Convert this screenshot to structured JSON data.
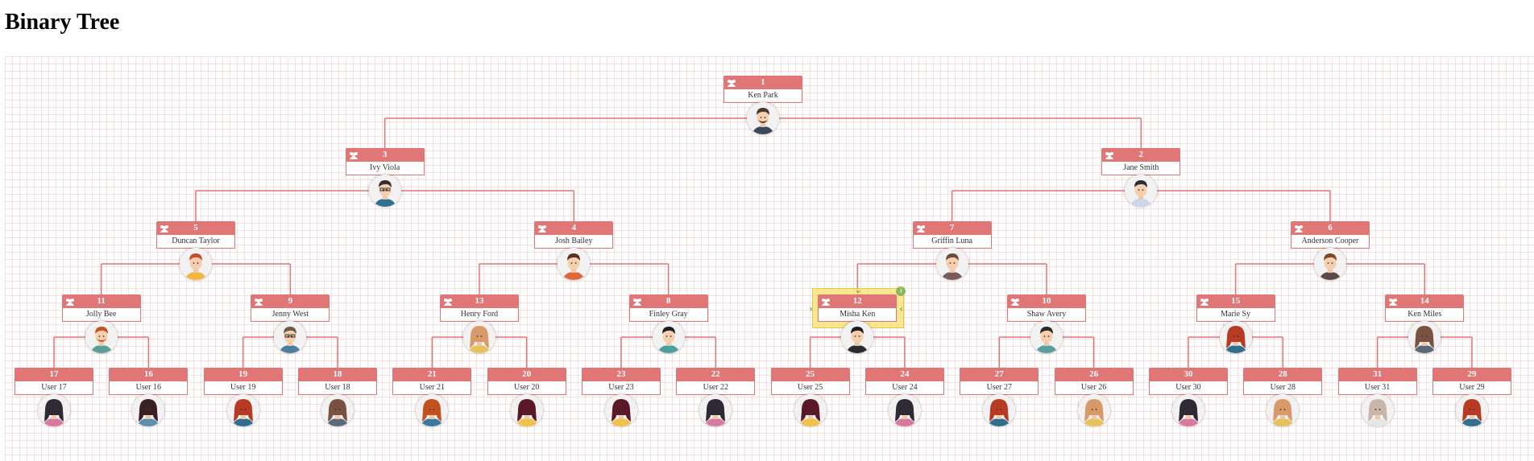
{
  "page": {
    "title": "Binary Tree"
  },
  "colors": {
    "accent": "#e07676",
    "grid": "#f2c6c6",
    "selection": "#f7e06e",
    "selection_marks": "#7fb24b"
  },
  "selected_node_id": "12",
  "nodes": [
    {
      "id": "1",
      "name": "Ken Park",
      "parent": null,
      "has_icon": true,
      "avatar": "male-beard-icon"
    },
    {
      "id": "3",
      "name": "Ivy Viola",
      "parent": "1",
      "has_icon": true,
      "avatar": "male-glasses-icon"
    },
    {
      "id": "2",
      "name": "Jane Smith",
      "parent": "1",
      "has_icon": true,
      "avatar": "male-tie-icon"
    },
    {
      "id": "5",
      "name": "Duncan Taylor",
      "parent": "3",
      "has_icon": true,
      "avatar": "male-redhair-icon"
    },
    {
      "id": "4",
      "name": "Josh Bailey",
      "parent": "3",
      "has_icon": true,
      "avatar": "male-orange-icon"
    },
    {
      "id": "7",
      "name": "Griffin Luna",
      "parent": "2",
      "has_icon": true,
      "avatar": "male-mustache-icon"
    },
    {
      "id": "6",
      "name": "Anderson Cooper",
      "parent": "2",
      "has_icon": true,
      "avatar": "male-suit-icon"
    },
    {
      "id": "11",
      "name": "Jolly Bee",
      "parent": "5",
      "has_icon": true,
      "avatar": "male-ginger-icon"
    },
    {
      "id": "9",
      "name": "Jenny West",
      "parent": "5",
      "has_icon": true,
      "avatar": "male-glasses2-icon"
    },
    {
      "id": "13",
      "name": "Henry Ford",
      "parent": "4",
      "has_icon": true,
      "avatar": "female-blonde-icon"
    },
    {
      "id": "8",
      "name": "Finley Gray",
      "parent": "4",
      "has_icon": true,
      "avatar": "male-dark-icon"
    },
    {
      "id": "12",
      "name": "Misha Ken",
      "parent": "7",
      "has_icon": true,
      "avatar": "male-black-suit-icon"
    },
    {
      "id": "10",
      "name": "Shaw Avery",
      "parent": "7",
      "has_icon": true,
      "avatar": "male-shirt-icon"
    },
    {
      "id": "15",
      "name": "Marie Sy",
      "parent": "6",
      "has_icon": true,
      "avatar": "female-red-icon"
    },
    {
      "id": "14",
      "name": "Ken Miles",
      "parent": "6",
      "has_icon": true,
      "avatar": "female-brown-icon"
    },
    {
      "id": "17",
      "name": "User 17",
      "parent": "11",
      "has_icon": false,
      "avatar": "female-dark-icon"
    },
    {
      "id": "16",
      "name": "User 16",
      "parent": "11",
      "has_icon": false,
      "avatar": "female-curly-icon"
    },
    {
      "id": "19",
      "name": "User 19",
      "parent": "9",
      "has_icon": false,
      "avatar": "female-red-icon"
    },
    {
      "id": "18",
      "name": "User 18",
      "parent": "9",
      "has_icon": false,
      "avatar": "female-brown-icon"
    },
    {
      "id": "21",
      "name": "User 21",
      "parent": "13",
      "has_icon": false,
      "avatar": "female-headband-icon"
    },
    {
      "id": "20",
      "name": "User 20",
      "parent": "13",
      "has_icon": false,
      "avatar": "female-long-icon"
    },
    {
      "id": "23",
      "name": "User 23",
      "parent": "8",
      "has_icon": false,
      "avatar": "female-long-icon"
    },
    {
      "id": "22",
      "name": "User 22",
      "parent": "8",
      "has_icon": false,
      "avatar": "female-dark-icon"
    },
    {
      "id": "25",
      "name": "User 25",
      "parent": "12",
      "has_icon": false,
      "avatar": "female-long-icon"
    },
    {
      "id": "24",
      "name": "User 24",
      "parent": "12",
      "has_icon": false,
      "avatar": "female-dark-icon"
    },
    {
      "id": "27",
      "name": "User 27",
      "parent": "10",
      "has_icon": false,
      "avatar": "female-red-icon"
    },
    {
      "id": "26",
      "name": "User 26",
      "parent": "10",
      "has_icon": false,
      "avatar": "female-blonde-icon"
    },
    {
      "id": "30",
      "name": "User 30",
      "parent": "15",
      "has_icon": false,
      "avatar": "female-dark-icon"
    },
    {
      "id": "28",
      "name": "User 28",
      "parent": "15",
      "has_icon": false,
      "avatar": "female-blonde-icon"
    },
    {
      "id": "31",
      "name": "User 31",
      "parent": "14",
      "has_icon": false,
      "avatar": "female-nurse-icon"
    },
    {
      "id": "29",
      "name": "User 29",
      "parent": "14",
      "has_icon": false,
      "avatar": "female-red-icon"
    }
  ]
}
